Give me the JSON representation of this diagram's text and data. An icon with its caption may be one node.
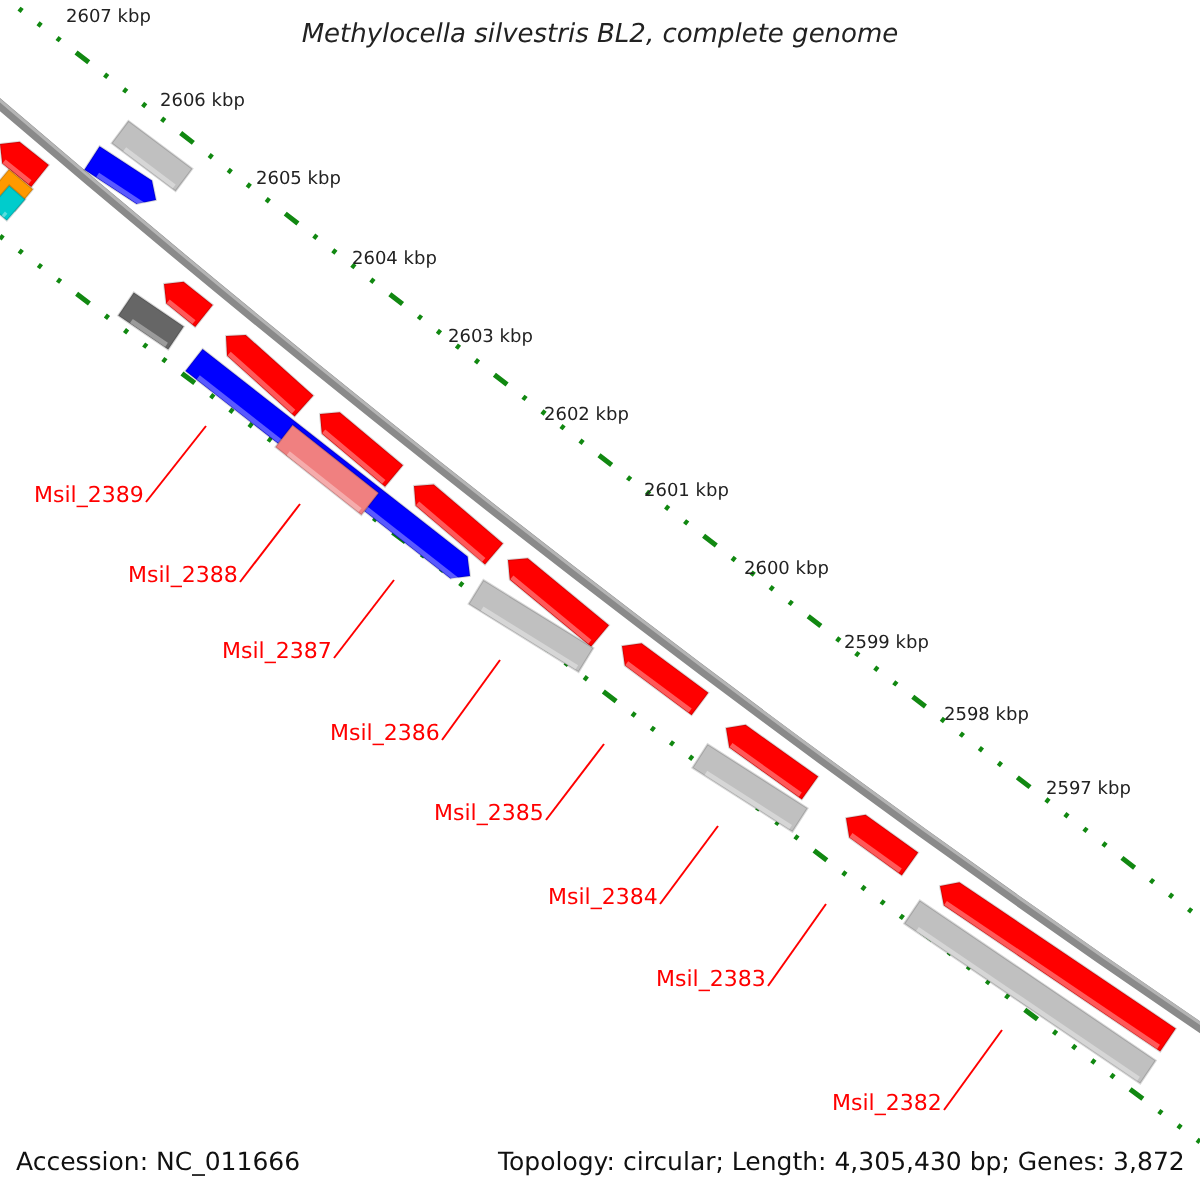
{
  "diagram": {
    "title": "Methylocella silvestris BL2, complete genome",
    "nodes": [
      {
        "text": [
          "Msil_2389"
        ]
      },
      {
        "text": [
          "Msil_2388"
        ]
      },
      {
        "text": [
          "Msil_2387"
        ]
      },
      {
        "text": [
          "Msil_2386"
        ]
      },
      {
        "text": [
          "Msil_2385"
        ]
      },
      {
        "text": [
          "Msil_2384"
        ]
      },
      {
        "text": [
          "Msil_2383"
        ]
      },
      {
        "text": [
          "Msil_2382"
        ]
      }
    ],
    "edges": [
      {
        "from": 0,
        "to": null,
        "arrow": "none"
      },
      {
        "from": 1,
        "to": null,
        "arrow": "none"
      },
      {
        "from": 2,
        "to": null,
        "arrow": "none"
      },
      {
        "from": 3,
        "to": null,
        "arrow": "none"
      },
      {
        "from": 4,
        "to": null,
        "arrow": "none"
      },
      {
        "from": 5,
        "to": null,
        "arrow": "none"
      },
      {
        "from": 6,
        "to": null,
        "arrow": "none"
      },
      {
        "from": 7,
        "to": null,
        "arrow": "none"
      }
    ],
    "labels": [
      "2607 kbp",
      "2606 kbp",
      "2605 kbp",
      "2604 kbp",
      "2603 kbp",
      "2602 kbp",
      "2601 kbp",
      "2600 kbp",
      "2599 kbp",
      "2598 kbp",
      "2597 kbp",
      "Accession: NC_011666",
      "Topology: circular; Length: 4,305,430 bp; Genes: 3,872"
    ]
  }
}
